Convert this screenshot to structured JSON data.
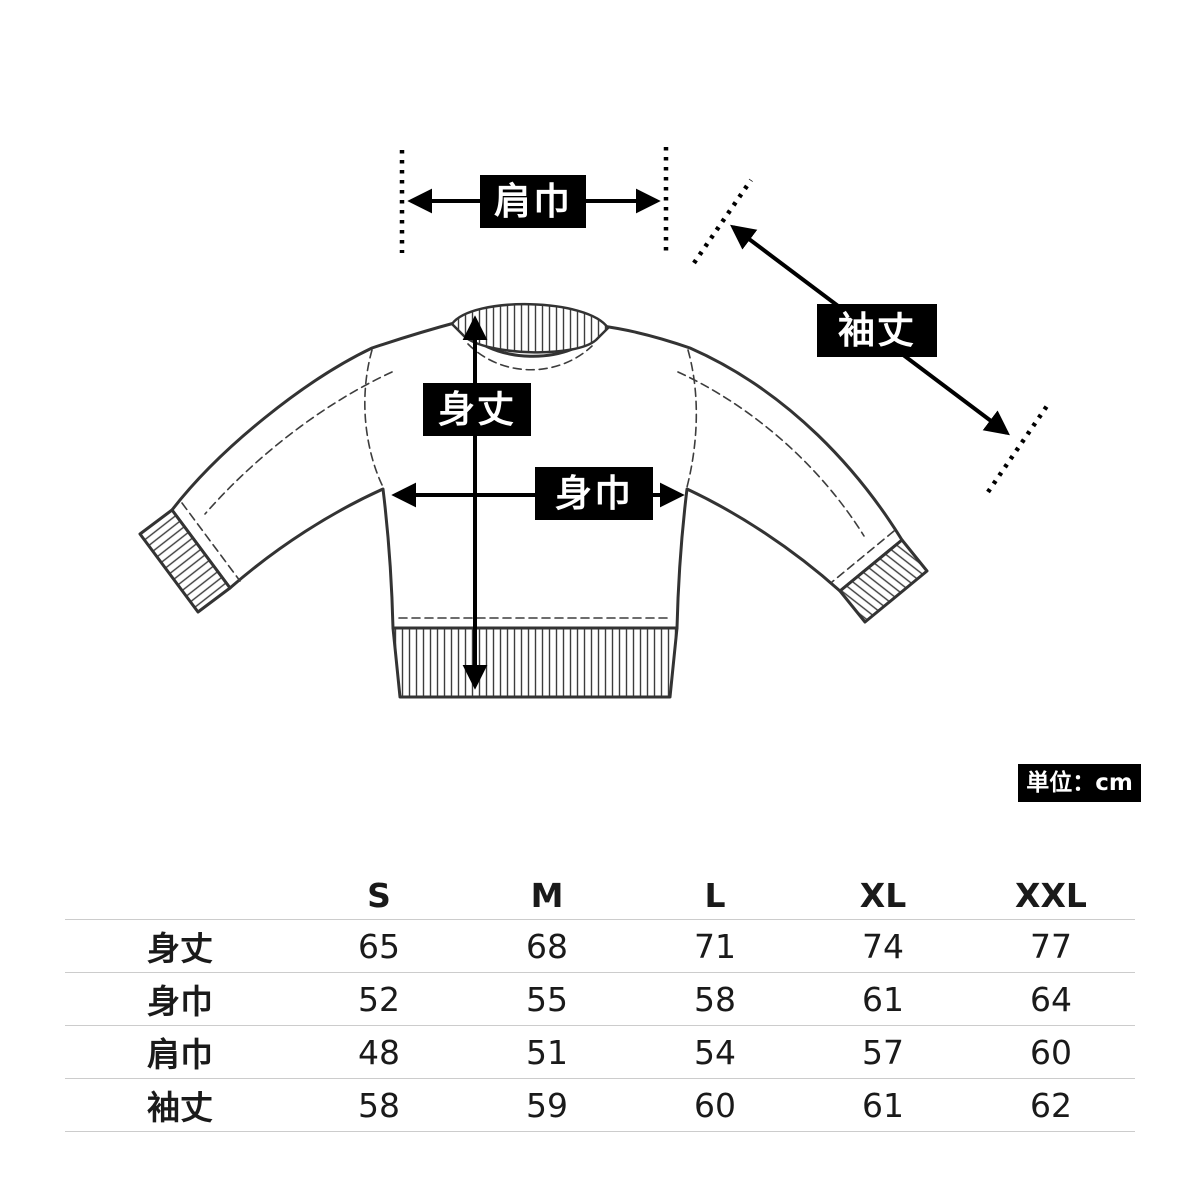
{
  "page": {
    "background": "#ffffff",
    "unit_label": "単位：cm"
  },
  "diagram": {
    "labels": {
      "shoulder_width": "肩巾",
      "sleeve_length": "袖丈",
      "body_length": "身丈",
      "body_width": "身巾"
    },
    "style": {
      "label_bg": "#000000",
      "label_text": "#ffffff",
      "garment_line_color": "#333333",
      "arrow_color": "#000000",
      "table_line_color": "#cccccc"
    }
  },
  "size_table": {
    "columns": [
      "S",
      "M",
      "L",
      "XL",
      "XXL"
    ],
    "rows": [
      {
        "label": "身丈",
        "values": [
          "65",
          "68",
          "71",
          "74",
          "77"
        ]
      },
      {
        "label": "身巾",
        "values": [
          "52",
          "55",
          "58",
          "61",
          "64"
        ]
      },
      {
        "label": "肩巾",
        "values": [
          "48",
          "51",
          "54",
          "57",
          "60"
        ]
      },
      {
        "label": "袖丈",
        "values": [
          "58",
          "59",
          "60",
          "61",
          "62"
        ]
      }
    ]
  }
}
